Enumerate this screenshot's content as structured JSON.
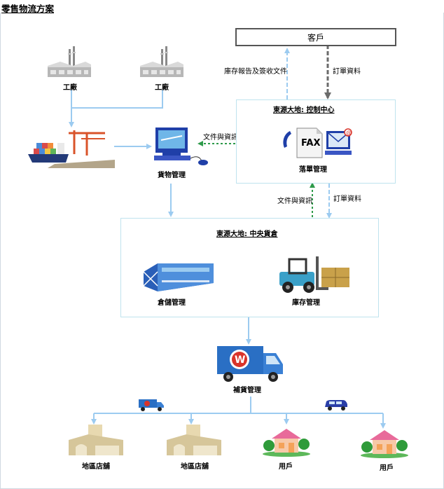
{
  "title": "零售物流方案",
  "customer": "客戶",
  "factory_1": "工廠",
  "factory_2": "工廠",
  "goods_management": "貨物管理",
  "control_center": "東源大地: 控制中心",
  "order_management": "落單管理",
  "central_warehouse": "東源大地: 中央貨倉",
  "storage_management": "倉儲管理",
  "inventory_management": "庫存管理",
  "replenishment_management": "補貨管理",
  "store_1": "地區店舖",
  "store_2": "地區店舖",
  "user_1": "用戶",
  "user_2": "用戶",
  "flow_stock_report": "庫存報告及簽收文件",
  "flow_order_data_top": "訂單資料",
  "flow_docs_info_left": "文件與資訊",
  "flow_docs_info_mid": "文件與資訊",
  "flow_order_data_mid": "訂單資料",
  "fax_text": "FAX",
  "colors": {
    "arrow_blue": "#9ccbf0",
    "arrow_gray": "#6b6b6b",
    "arrow_green": "#2e9a4a",
    "box_border": "#bfe3ee"
  },
  "icons": [
    "factory-icon",
    "cargo-ship-icon",
    "computer-icon",
    "phone-icon",
    "fax-icon",
    "email-computer-icon",
    "warehouse-icon",
    "forklift-icon",
    "delivery-truck-icon",
    "van-icon",
    "store-icon",
    "house-icon"
  ]
}
